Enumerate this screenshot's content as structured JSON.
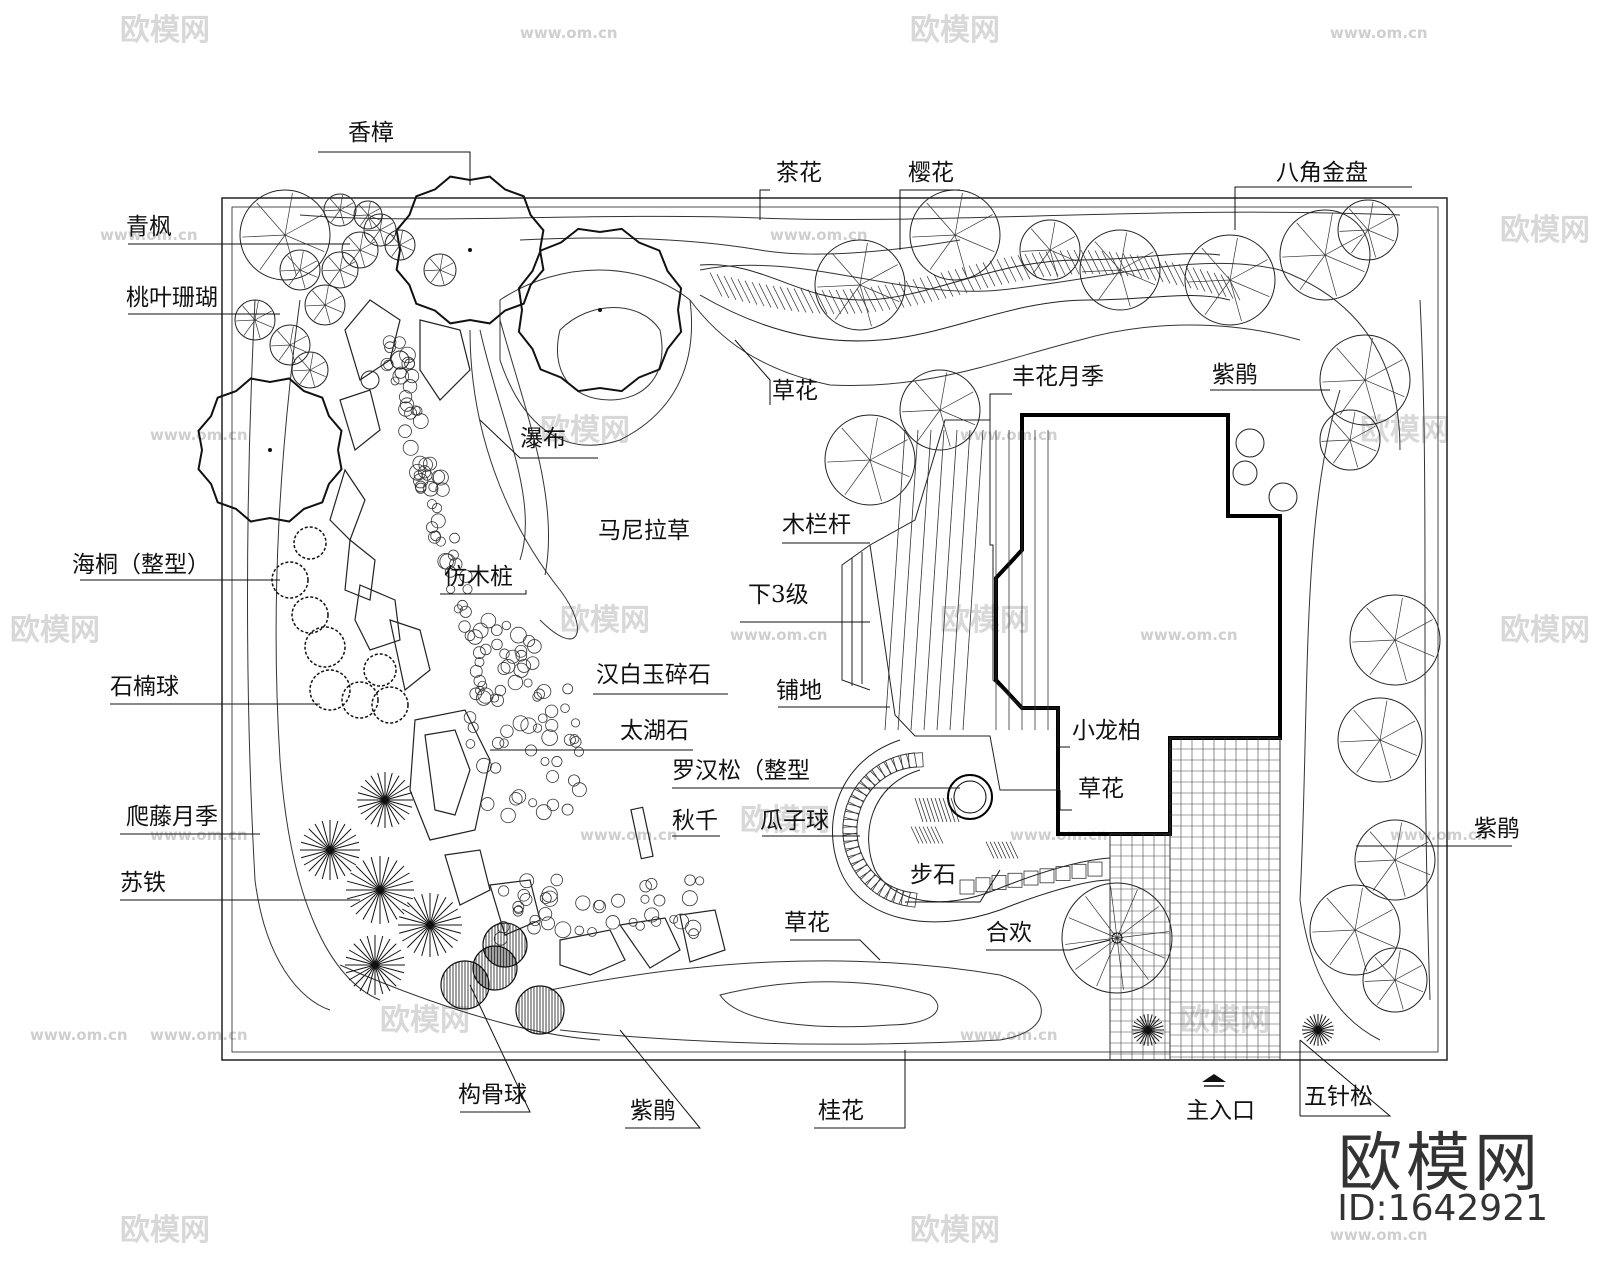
{
  "plan_labels": [
    {
      "id": "xiangzhang",
      "text": "香樟"
    },
    {
      "id": "qingfeng",
      "text": "青枫"
    },
    {
      "id": "taoye",
      "text": "桃叶珊瑚"
    },
    {
      "id": "chahua",
      "text": "茶花"
    },
    {
      "id": "yinghua",
      "text": "樱花"
    },
    {
      "id": "bajiao",
      "text": "八角金盘"
    },
    {
      "id": "caohua1",
      "text": "草花"
    },
    {
      "id": "fenghua",
      "text": "丰花月季"
    },
    {
      "id": "zijuan1",
      "text": "紫鹃"
    },
    {
      "id": "pubu",
      "text": "瀑布"
    },
    {
      "id": "manila",
      "text": "马尼拉草"
    },
    {
      "id": "mulangan",
      "text": "木栏杆"
    },
    {
      "id": "haitong",
      "text": "海桐（整型）"
    },
    {
      "id": "fangmu",
      "text": "仿木桩"
    },
    {
      "id": "xia3ji",
      "text": "下3级"
    },
    {
      "id": "hanbaiyu",
      "text": "汉白玉碎石"
    },
    {
      "id": "shinan",
      "text": "石楠球"
    },
    {
      "id": "pudi",
      "text": "铺地"
    },
    {
      "id": "taihu",
      "text": "太湖石"
    },
    {
      "id": "xiaolong",
      "text": "小龙柏"
    },
    {
      "id": "luohan",
      "text": "罗汉松（整型"
    },
    {
      "id": "caohua2",
      "text": "草花"
    },
    {
      "id": "pateng",
      "text": "爬藤月季"
    },
    {
      "id": "qiuqian",
      "text": "秋千"
    },
    {
      "id": "guazi",
      "text": "瓜子球"
    },
    {
      "id": "zijuan2",
      "text": "紫鹃"
    },
    {
      "id": "sutie",
      "text": "苏铁"
    },
    {
      "id": "bushi",
      "text": "步石"
    },
    {
      "id": "caohua3",
      "text": "草花"
    },
    {
      "id": "hehuan",
      "text": "合欢"
    },
    {
      "id": "gougu",
      "text": "构骨球"
    },
    {
      "id": "zijuan3",
      "text": "紫鹃"
    },
    {
      "id": "guihua",
      "text": "桂花"
    },
    {
      "id": "rukou",
      "text": "主入口"
    },
    {
      "id": "wuzhen",
      "text": "五针松"
    }
  ],
  "watermark": {
    "logo": "欧模网",
    "id": "ID:1642921",
    "faint_logo": "欧模网",
    "faint_url": "www.om.cn"
  }
}
